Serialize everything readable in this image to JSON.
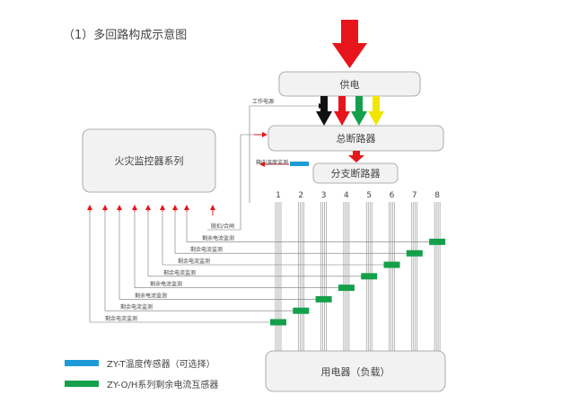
{
  "title": "（1）多回路构成示意图",
  "boxes": {
    "supply": "供电",
    "main_breaker": "总断路器",
    "branch_breaker": "分支断路器",
    "fire_monitor": "火灾监控器系列",
    "load": "用电器（负载）"
  },
  "labels": {
    "work_power": "工作电源",
    "cabinet_temp": "箱内温度监测",
    "trip_close": "脱扣/合闸",
    "residual_current": "剩余电流监测"
  },
  "circuits": [
    "1",
    "2",
    "3",
    "4",
    "5",
    "6",
    "7",
    "8"
  ],
  "legend": [
    {
      "color": "#1e9ad6",
      "text": "ZY-T温度传感器（可选择）"
    },
    {
      "color": "#14a04a",
      "text": "ZY-O/H系列剩余电流互感器"
    }
  ],
  "colors": {
    "arrow_red": "#e8141b",
    "phase_black": "#111111",
    "phase_red": "#e8141b",
    "phase_green": "#14a04a",
    "phase_yellow": "#f2e600",
    "sensor_blue": "#1e9ad6",
    "ct_green": "#14a04a"
  }
}
